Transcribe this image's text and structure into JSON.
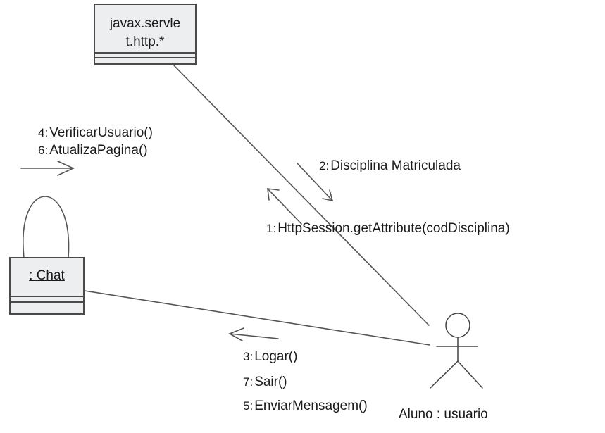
{
  "objects": {
    "servlet_line1": "javax.servle",
    "servlet_line2": "t.http.*",
    "chat": ": Chat"
  },
  "actor": {
    "label": "Aluno : usuario"
  },
  "messages": {
    "m4": {
      "num": "4:",
      "text": "VerificarUsuario()"
    },
    "m6": {
      "num": "6:",
      "text": "AtualizaPagina()"
    },
    "m2": {
      "num": "2:",
      "text": "Disciplina Matriculada"
    },
    "m1": {
      "num": "1:",
      "text": "HttpSession.getAttribute(codDisciplina)"
    },
    "m3": {
      "num": "3:",
      "text": "Logar()"
    },
    "m7": {
      "num": "7:",
      "text": "Sair()"
    },
    "m5": {
      "num": "5:",
      "text": "EnviarMensagem()"
    }
  }
}
